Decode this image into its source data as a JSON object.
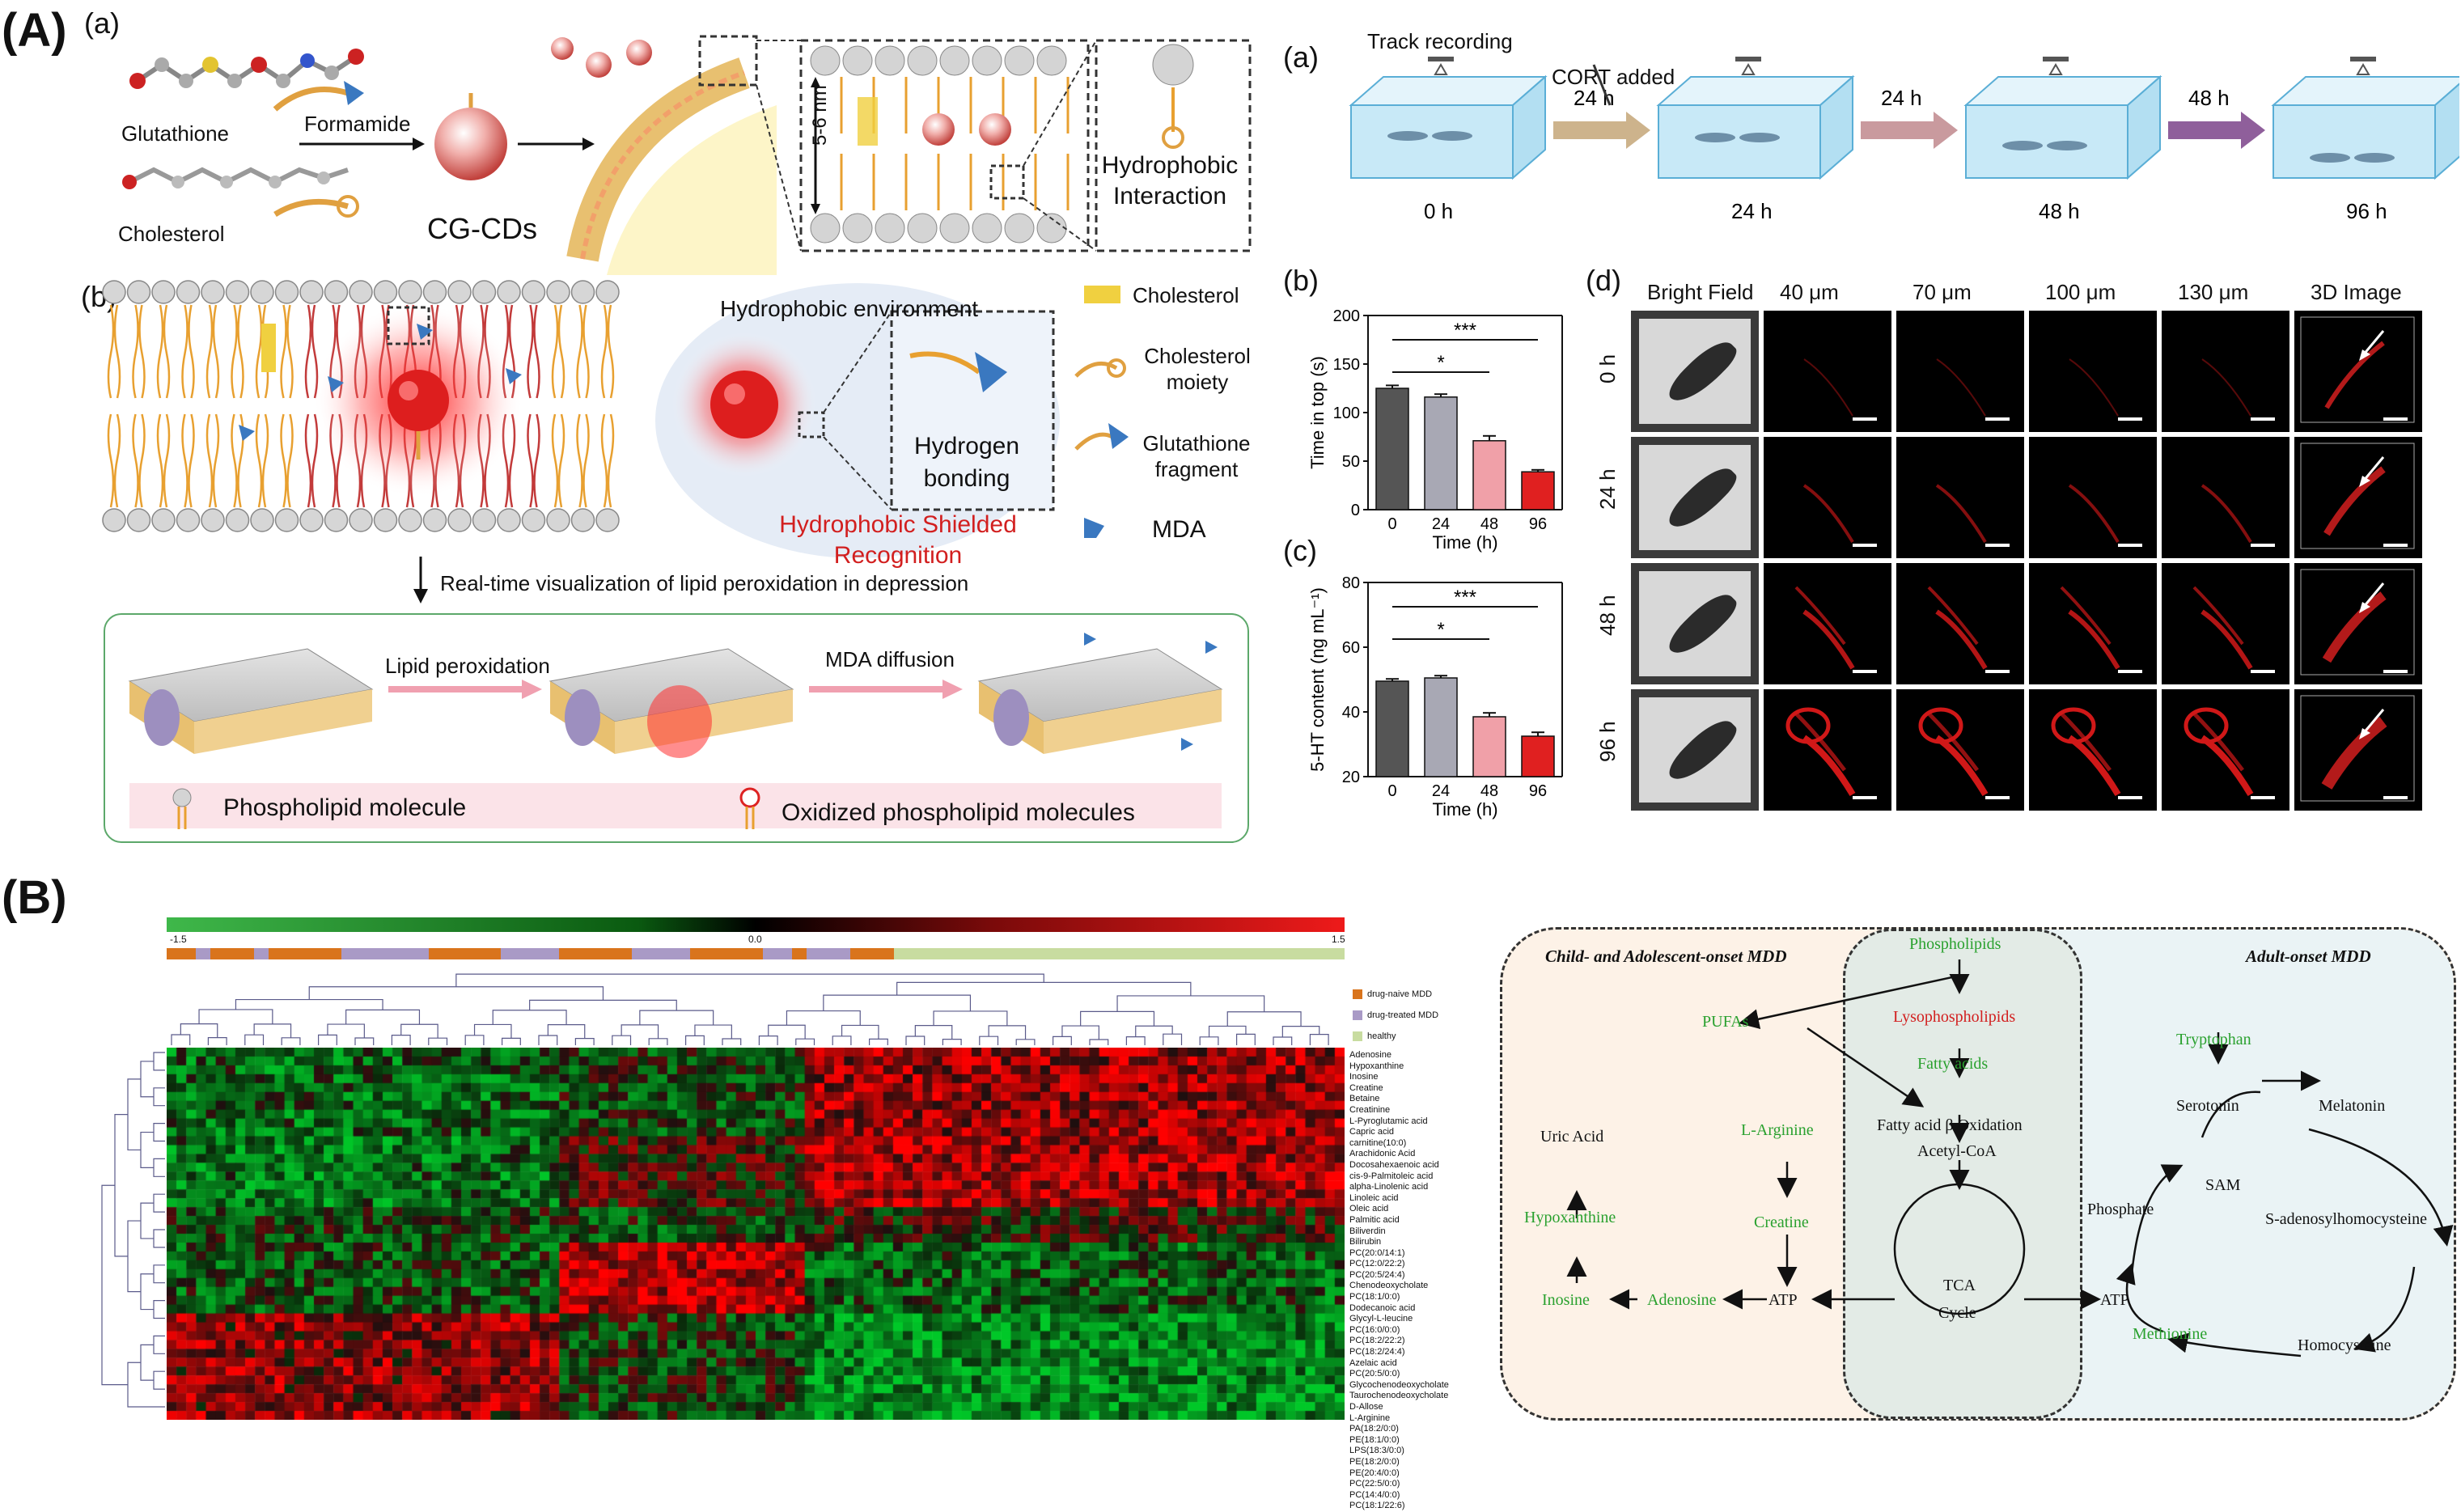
{
  "panel_labels": {
    "A": "(A)",
    "B": "(B)",
    "A_left": {
      "a": "(a)",
      "b": "(b)"
    },
    "A_right": {
      "a": "(a)",
      "b": "(b)",
      "c": "(c)",
      "d": "(d)"
    }
  },
  "synthesis": {
    "glutathione": "Glutathione",
    "cholesterol": "Cholesterol",
    "formamide": "Formamide",
    "product": "CG-CDs",
    "thickness": "5-6 nm",
    "interaction": "Hydrophobic Interaction"
  },
  "mechanism": {
    "environment": "Hydrophobic environment",
    "bonding": "Hydrogen bonding",
    "recognition": "Hydrophobic Shielded Recognition",
    "legend": {
      "cholesterol": "Cholesterol",
      "cholesterol_moiety": "Cholesterol moiety",
      "glutathione_fragment": "Glutathione fragment",
      "mda": "MDA"
    },
    "caption": "Real-time visualization of lipid peroxidation in depression",
    "lipid_peroxidation": "Lipid peroxidation",
    "mda_diffusion": "MDA diffusion",
    "phospholipid": "Phospholipid molecule",
    "oxidized": "Oxidized phospholipid molecules"
  },
  "timeline": {
    "track_recording": "Track recording",
    "cort_added": "CORT added",
    "arrows": [
      "24 h",
      "24 h",
      "48 h"
    ],
    "times": [
      "0 h",
      "24 h",
      "48 h",
      "96 h"
    ],
    "arrow_colors": [
      "#cdb38c",
      "#c99a9e",
      "#8f5f9b"
    ]
  },
  "chart_data": [
    {
      "type": "bar",
      "panel": "(b)",
      "categories": [
        "0",
        "24",
        "48",
        "96"
      ],
      "values": [
        125,
        116,
        71,
        39
      ],
      "errors": [
        3,
        3,
        5,
        2
      ],
      "colors": [
        "#555555",
        "#a8a8b4",
        "#f0a0a8",
        "#e02020"
      ],
      "xlabel": "Time (h)",
      "ylabel": "Time in top (s)",
      "ylim": [
        0,
        200
      ],
      "yticks": [
        0,
        50,
        100,
        150,
        200
      ],
      "significance": [
        "*",
        "***"
      ]
    },
    {
      "type": "bar",
      "panel": "(c)",
      "categories": [
        "0",
        "24",
        "48",
        "96"
      ],
      "values": [
        49.5,
        50.5,
        38.5,
        32.5
      ],
      "errors": [
        0.7,
        0.7,
        1.2,
        1.2
      ],
      "colors": [
        "#555555",
        "#a8a8b4",
        "#f0a0a8",
        "#e02020"
      ],
      "xlabel": "Time (h)",
      "ylabel": "5-HT content (ng mL⁻¹)",
      "ylim": [
        20,
        80
      ],
      "yticks": [
        20,
        40,
        60,
        80
      ],
      "significance": [
        "*",
        "***"
      ]
    }
  ],
  "imaging": {
    "columns": [
      "Bright Field",
      "40 μm",
      "70 μm",
      "100 μm",
      "130 μm",
      "3D Image"
    ],
    "rows": [
      "0 h",
      "24 h",
      "48 h",
      "96 h"
    ]
  },
  "heatmap": {
    "colorbar_ticks": [
      "-1.5",
      "0.0",
      "1.5"
    ],
    "legend": [
      "drug-naive MDD",
      "drug-treated MDD",
      "healthy"
    ],
    "legend_colors": [
      "#d9741c",
      "#a99ac6",
      "#c8dca0"
    ],
    "metabolites": [
      "Adenosine",
      "Hypoxanthine",
      "Inosine",
      "Creatine",
      "Betaine",
      "Creatinine",
      "L-Pyroglutamic acid",
      "Capric acid",
      "carnitine(10:0)",
      "Arachidonic Acid",
      "Docosahexaenoic acid",
      "cis-9-Palmitoleic acid",
      "alpha-Linolenic acid",
      "Linoleic acid",
      "Oleic acid",
      "Palmitic acid",
      "Biliverdin",
      "Bilirubin",
      "PC(20:0/14:1)",
      "PC(12:0/22:2)",
      "PC(20:5/24:4)",
      "Chenodeoxycholate",
      "PC(18:1/0:0)",
      "Dodecanoic acid",
      "Glycyl-L-leucine",
      "PC(16:0/0:0)",
      "PC(18:2/22:2)",
      "PC(18:2/24:4)",
      "Azelaic acid",
      "PC(20:5/0:0)",
      "Glycochenodeoxycholate",
      "Taurochenodeoxycholate",
      "D-Allose",
      "L-Arginine",
      "PA(18:2/0:0)",
      "PE(18:1/0:0)",
      "LPS(18:3/0:0)",
      "PE(18:2/0:0)",
      "PE(20:4/0:0)",
      "PC(22:5/0:0)",
      "PC(14:4/0:0)",
      "PC(18:1/22:6)"
    ]
  },
  "pathway": {
    "left_title": "Child- and Adolescent-onset MDD",
    "right_title": "Adult-onset MDD",
    "nodes": {
      "phospholipids": "Phospholipids",
      "pufas": "PUFAs",
      "lysophospholipids": "Lysophospholipids",
      "fatty_acids": "Fatty acids",
      "oxidation": "Fatty acid β Oxidation",
      "acetyl": "Acetyl-CoA",
      "tca": "TCA",
      "cycle": "Cycle",
      "uric": "Uric Acid",
      "arginine": "L-Arginine",
      "hypoxanthine": "Hypoxanthine",
      "creatine": "Creatine",
      "inosine": "Inosine",
      "adenosine": "Adenosine",
      "atp_left": "ATP",
      "atp_right": "ATP",
      "tryptophan": "Tryptophan",
      "serotonin": "Serotonin",
      "melatonin": "Melatonin",
      "sam": "SAM",
      "phosphate": "Phosphate",
      "sah": "S-adenosylhomocysteine",
      "homocysteine": "Homocysteine",
      "methionine": "Methionine"
    }
  }
}
